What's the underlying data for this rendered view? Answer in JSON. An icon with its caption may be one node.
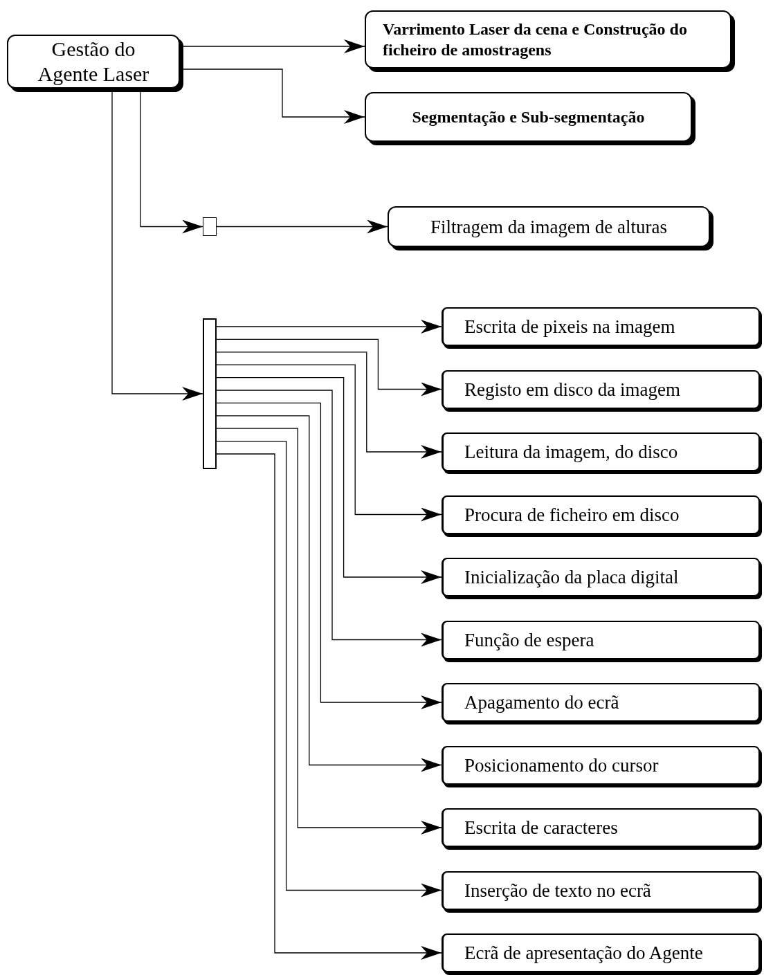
{
  "diagram": {
    "nodes": [
      {
        "text": [
          "Gestão do Agente Laser"
        ]
      },
      {
        "text": [
          "Varrimento Laser da cena e Construção do ficheiro de amostragens"
        ]
      },
      {
        "text": [
          "Segmentação e Sub-segmentação"
        ]
      },
      {
        "text": [],
        "shape": "box"
      },
      {
        "text": [
          "Filtragem da imagem de alturas"
        ]
      },
      {
        "text": [],
        "shape": "bar"
      },
      {
        "text": [
          "Escrita de pixeis na imagem"
        ]
      },
      {
        "text": [
          "Registo em disco da imagem"
        ]
      },
      {
        "text": [
          "Leitura da imagem, do disco"
        ]
      },
      {
        "text": [
          "Procura de ficheiro em disco"
        ]
      },
      {
        "text": [
          "Inicialização da placa digital"
        ]
      },
      {
        "text": [
          "Função de espera"
        ]
      },
      {
        "text": [
          "Apagamento do ecrã"
        ]
      },
      {
        "text": [
          "Posicionamento do cursor"
        ]
      },
      {
        "text": [
          "Escrita de caracteres"
        ]
      },
      {
        "text": [
          "Inserção de texto no ecrã"
        ]
      },
      {
        "text": [
          "Ecrã de apresentação do Agente"
        ]
      }
    ],
    "edges": [
      {
        "from": 0,
        "to": 1,
        "arrow": "to"
      },
      {
        "from": 0,
        "to": 2,
        "arrow": "to"
      },
      {
        "from": 0,
        "to": 3,
        "arrow": "to"
      },
      {
        "from": 3,
        "to": 4,
        "arrow": "to"
      },
      {
        "from": 0,
        "to": 5,
        "arrow": "to"
      },
      {
        "from": 5,
        "to": 6,
        "arrow": "to"
      },
      {
        "from": 5,
        "to": 7,
        "arrow": "to"
      },
      {
        "from": 5,
        "to": 8,
        "arrow": "to"
      },
      {
        "from": 5,
        "to": 9,
        "arrow": "to"
      },
      {
        "from": 5,
        "to": 10,
        "arrow": "to"
      },
      {
        "from": 5,
        "to": 11,
        "arrow": "to"
      },
      {
        "from": 5,
        "to": 12,
        "arrow": "to"
      },
      {
        "from": 5,
        "to": 13,
        "arrow": "to"
      },
      {
        "from": 5,
        "to": 14,
        "arrow": "to"
      },
      {
        "from": 5,
        "to": 15,
        "arrow": "to"
      },
      {
        "from": 5,
        "to": 16,
        "arrow": "to"
      }
    ]
  }
}
